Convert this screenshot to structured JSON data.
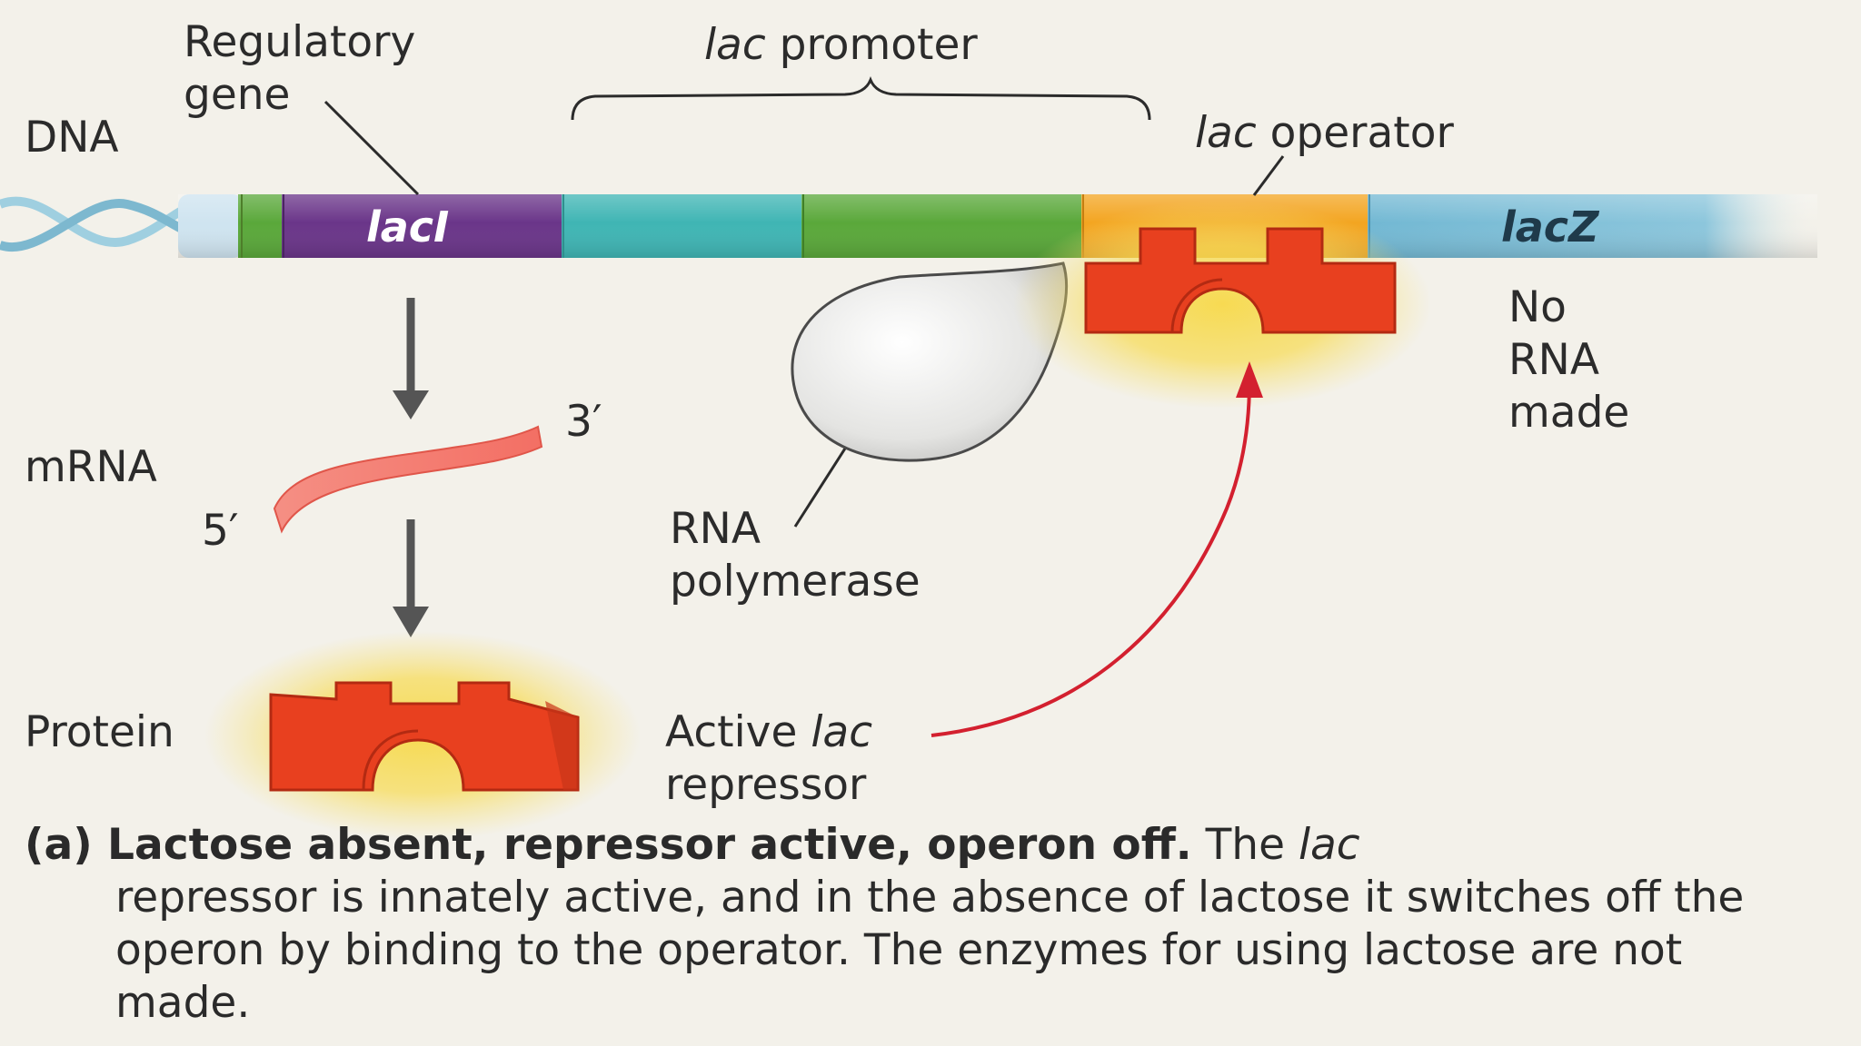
{
  "labels": {
    "dna": "DNA",
    "regulatory_gene_line1": "Regulatory",
    "regulatory_gene_line2": "gene",
    "lac_promoter_italic": "lac",
    "lac_promoter_rest": " promoter",
    "lac_operator_italic": "lac",
    "lac_operator_rest": " operator",
    "laci_gene": "lacI",
    "lacz_gene": "lacZ",
    "no_rna_line1": "No",
    "no_rna_line2": "RNA",
    "no_rna_line3": "made",
    "mrna": "mRNA",
    "three_prime": "3′",
    "five_prime": "5′",
    "rna_polymerase_line1": "RNA",
    "rna_polymerase_line2": "polymerase",
    "protein": "Protein",
    "active_repressor_line1_a": "Active ",
    "active_repressor_line1_italic": "lac",
    "active_repressor_line2": "repressor"
  },
  "caption": {
    "lead": "(a) Lactose absent, repressor active, operon off.",
    "text1": " The ",
    "text_italic": "lac",
    "text2": " repressor is innately active, and in the absence of lactose it switches off the operon by binding to the operator. The enzymes for using lactose are not made."
  },
  "colors": {
    "background": "#f3f1ea",
    "laci_purple": "#6a3589",
    "promoter_teal": "#3fb5b4",
    "promoter_green": "#5aa83a",
    "operator_orange": "#f3a521",
    "lacz_blue": "#6fb6d2",
    "repressor_red": "#e8401f",
    "glow_yellow": "#f7d94a",
    "arrow_red": "#d3202f",
    "mrna_pink": "#f47a6e"
  }
}
